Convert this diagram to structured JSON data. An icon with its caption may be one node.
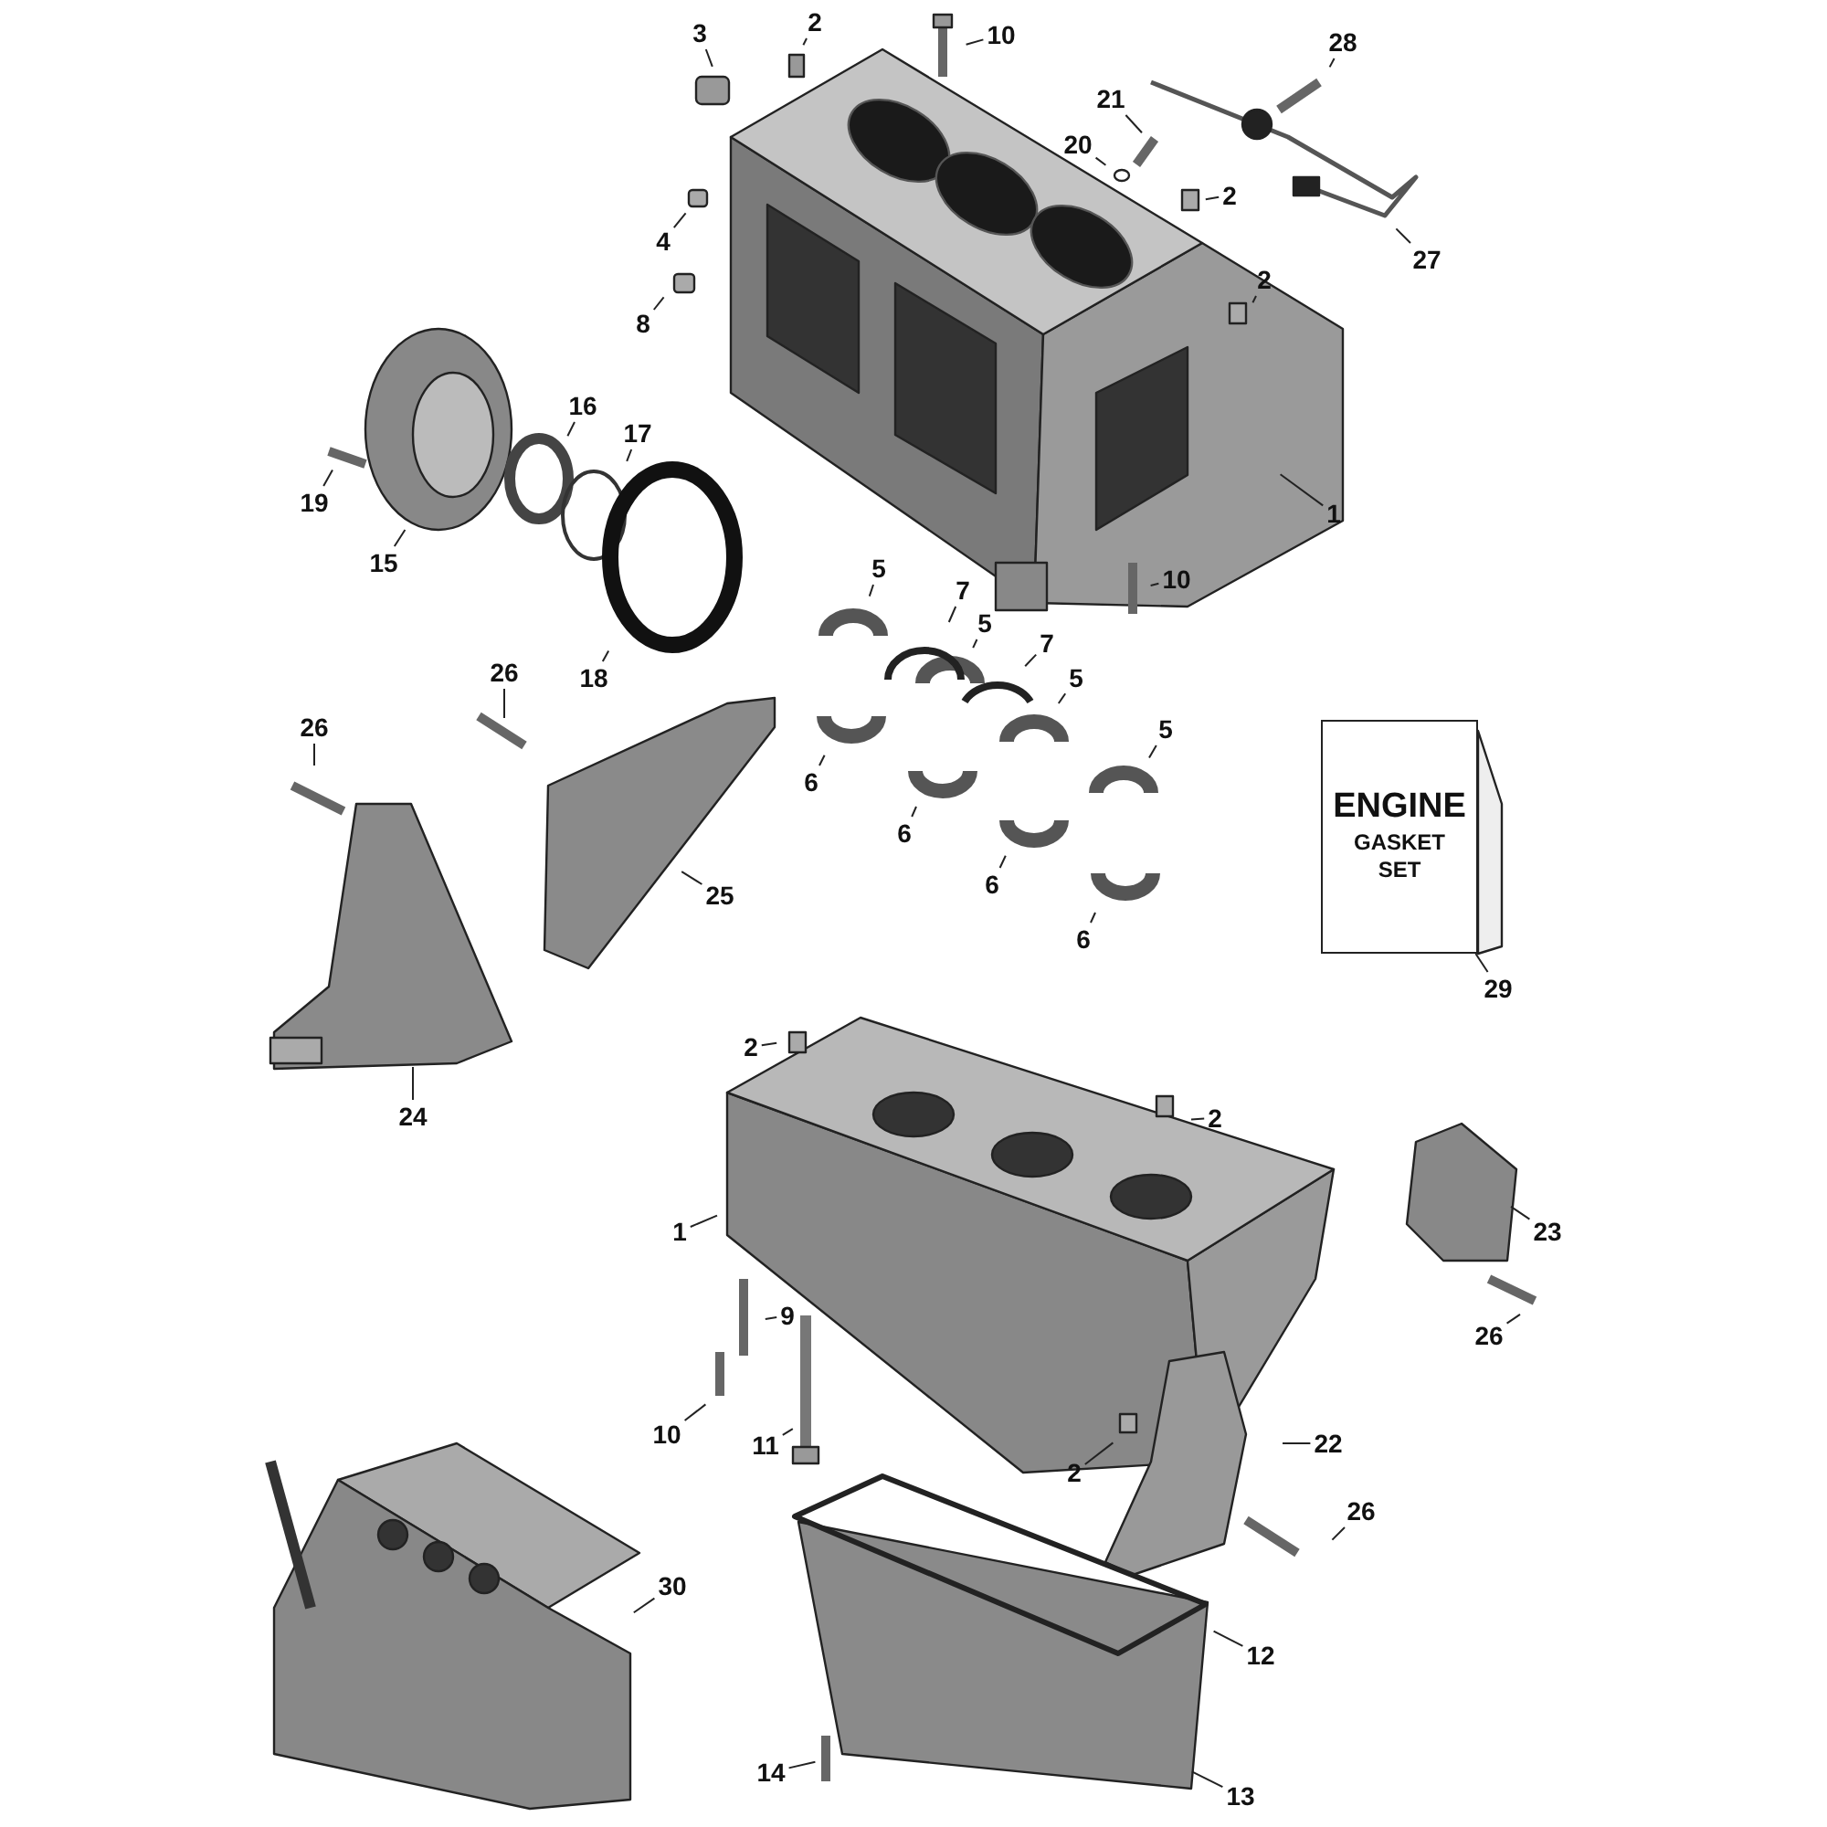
{
  "diagram": {
    "nodes": [
      {
        "text": [
          "3"
        ]
      },
      {
        "text": [
          "2"
        ]
      },
      {
        "text": [
          "10"
        ]
      },
      {
        "text": [
          "28"
        ]
      },
      {
        "text": [
          "21"
        ]
      },
      {
        "text": [
          "20"
        ]
      },
      {
        "text": [
          "2"
        ]
      },
      {
        "text": [
          "4"
        ]
      },
      {
        "text": [
          "27"
        ]
      },
      {
        "text": [
          "2"
        ]
      },
      {
        "text": [
          "8"
        ]
      },
      {
        "text": [
          "16"
        ]
      },
      {
        "text": [
          "17"
        ]
      },
      {
        "text": [
          "19"
        ]
      },
      {
        "text": [
          "1"
        ]
      },
      {
        "text": [
          "15"
        ]
      },
      {
        "text": [
          "5"
        ]
      },
      {
        "text": [
          "10"
        ]
      },
      {
        "text": [
          "7"
        ]
      },
      {
        "text": [
          "5"
        ]
      },
      {
        "text": [
          "7"
        ]
      },
      {
        "text": [
          "26"
        ]
      },
      {
        "text": [
          "18"
        ]
      },
      {
        "text": [
          "5"
        ]
      },
      {
        "text": [
          "26"
        ]
      },
      {
        "text": [
          "5"
        ]
      },
      {
        "text": [
          "6"
        ]
      },
      {
        "text": [
          "6"
        ]
      },
      {
        "text": [
          "6"
        ]
      },
      {
        "text": [
          "ENGINE",
          "GASKET SET"
        ]
      },
      {
        "text": [
          "25"
        ]
      },
      {
        "text": [
          "6"
        ]
      },
      {
        "text": [
          "29"
        ]
      },
      {
        "text": [
          "2"
        ]
      },
      {
        "text": [
          "24"
        ]
      },
      {
        "text": [
          "2"
        ]
      },
      {
        "text": [
          "1"
        ]
      },
      {
        "text": [
          "23"
        ]
      },
      {
        "text": [
          "9"
        ]
      },
      {
        "text": [
          "26"
        ]
      },
      {
        "text": [
          "10"
        ]
      },
      {
        "text": [
          "22"
        ]
      },
      {
        "text": [
          "11"
        ]
      },
      {
        "text": [
          "2"
        ]
      },
      {
        "text": [
          "26"
        ]
      },
      {
        "text": [
          "30"
        ]
      },
      {
        "text": [
          "12"
        ]
      },
      {
        "text": [
          "14"
        ]
      },
      {
        "text": [
          "13"
        ]
      }
    ],
    "edges": [
      {
        "from": 0,
        "to": null,
        "arrow": "none"
      },
      {
        "from": 1,
        "to": null,
        "arrow": "none"
      },
      {
        "from": 2,
        "to": null,
        "arrow": "none"
      },
      {
        "from": 3,
        "to": null,
        "arrow": "none"
      },
      {
        "from": 4,
        "to": null,
        "arrow": "none"
      },
      {
        "from": 5,
        "to": null,
        "arrow": "none"
      },
      {
        "from": 6,
        "to": null,
        "arrow": "none"
      },
      {
        "from": 7,
        "to": null,
        "arrow": "none"
      },
      {
        "from": 8,
        "to": null,
        "arrow": "none"
      },
      {
        "from": 9,
        "to": null,
        "arrow": "none"
      },
      {
        "from": 10,
        "to": null,
        "arrow": "none"
      },
      {
        "from": 11,
        "to": null,
        "arrow": "none"
      },
      {
        "from": 12,
        "to": null,
        "arrow": "none"
      },
      {
        "from": 13,
        "to": null,
        "arrow": "none"
      },
      {
        "from": 14,
        "to": null,
        "arrow": "none"
      },
      {
        "from": 15,
        "to": null,
        "arrow": "none"
      },
      {
        "from": 16,
        "to": null,
        "arrow": "none"
      },
      {
        "from": 17,
        "to": null,
        "arrow": "none"
      },
      {
        "from": 18,
        "to": null,
        "arrow": "none"
      },
      {
        "from": 19,
        "to": null,
        "arrow": "none"
      },
      {
        "from": 20,
        "to": null,
        "arrow": "none"
      },
      {
        "from": 21,
        "to": null,
        "arrow": "none"
      },
      {
        "from": 22,
        "to": null,
        "arrow": "none"
      },
      {
        "from": 23,
        "to": null,
        "arrow": "none"
      },
      {
        "from": 24,
        "to": null,
        "arrow": "none"
      },
      {
        "from": 25,
        "to": null,
        "arrow": "none"
      },
      {
        "from": 26,
        "to": null,
        "arrow": "none"
      },
      {
        "from": 27,
        "to": null,
        "arrow": "none"
      },
      {
        "from": 28,
        "to": null,
        "arrow": "none"
      },
      {
        "from": 30,
        "to": null,
        "arrow": "none"
      },
      {
        "from": 31,
        "to": null,
        "arrow": "none"
      },
      {
        "from": 32,
        "to": 29,
        "arrow": "none"
      },
      {
        "from": 33,
        "to": null,
        "arrow": "none"
      },
      {
        "from": 34,
        "to": null,
        "arrow": "none"
      },
      {
        "from": 35,
        "to": null,
        "arrow": "none"
      },
      {
        "from": 36,
        "to": null,
        "arrow": "none"
      },
      {
        "from": 37,
        "to": null,
        "arrow": "none"
      },
      {
        "from": 38,
        "to": null,
        "arrow": "none"
      },
      {
        "from": 39,
        "to": null,
        "arrow": "none"
      },
      {
        "from": 40,
        "to": null,
        "arrow": "none"
      },
      {
        "from": 41,
        "to": null,
        "arrow": "none"
      },
      {
        "from": 42,
        "to": null,
        "arrow": "none"
      },
      {
        "from": 43,
        "to": null,
        "arrow": "none"
      },
      {
        "from": 44,
        "to": null,
        "arrow": "none"
      },
      {
        "from": 45,
        "to": null,
        "arrow": "none"
      },
      {
        "from": 46,
        "to": null,
        "arrow": "none"
      },
      {
        "from": 47,
        "to": null,
        "arrow": "none"
      },
      {
        "from": 48,
        "to": null,
        "arrow": "none"
      }
    ]
  }
}
